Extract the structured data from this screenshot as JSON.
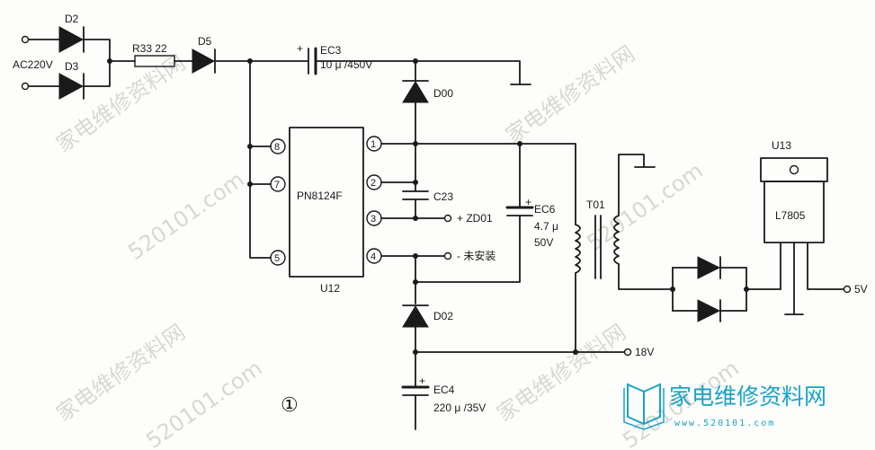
{
  "labels": {
    "ac_input": "AC220V",
    "d2": "D2",
    "d3": "D3",
    "r33": "R33 22",
    "d5": "D5",
    "ec3_name": "EC3",
    "ec3_value": "10 μ /450V",
    "d00": "D00",
    "ic_name": "PN8124F",
    "ic_ref": "U12",
    "pin1": "1",
    "pin2": "2",
    "pin3": "3",
    "pin4": "4",
    "pin5": "5",
    "pin7": "7",
    "pin8": "8",
    "c23": "C23",
    "zd01": "+ ZD01",
    "not_installed": "- 未安装",
    "ec6_name": "EC6",
    "ec6_value1": "4.7 μ",
    "ec6_value2": "50V",
    "t01": "T01",
    "d02": "D02",
    "ec4_name": "EC4",
    "ec4_value": "220 μ /35V",
    "out_18v": "18V",
    "u13": "U13",
    "l7805": "L7805",
    "out_5v": "5V",
    "figure_number": "①"
  },
  "watermark": {
    "site_name": "家电维修资料网",
    "url": "520101.com"
  },
  "brand_logo": {
    "name": "家电维修资料网",
    "url": "www.520101.com",
    "color": "#19a3c8"
  }
}
